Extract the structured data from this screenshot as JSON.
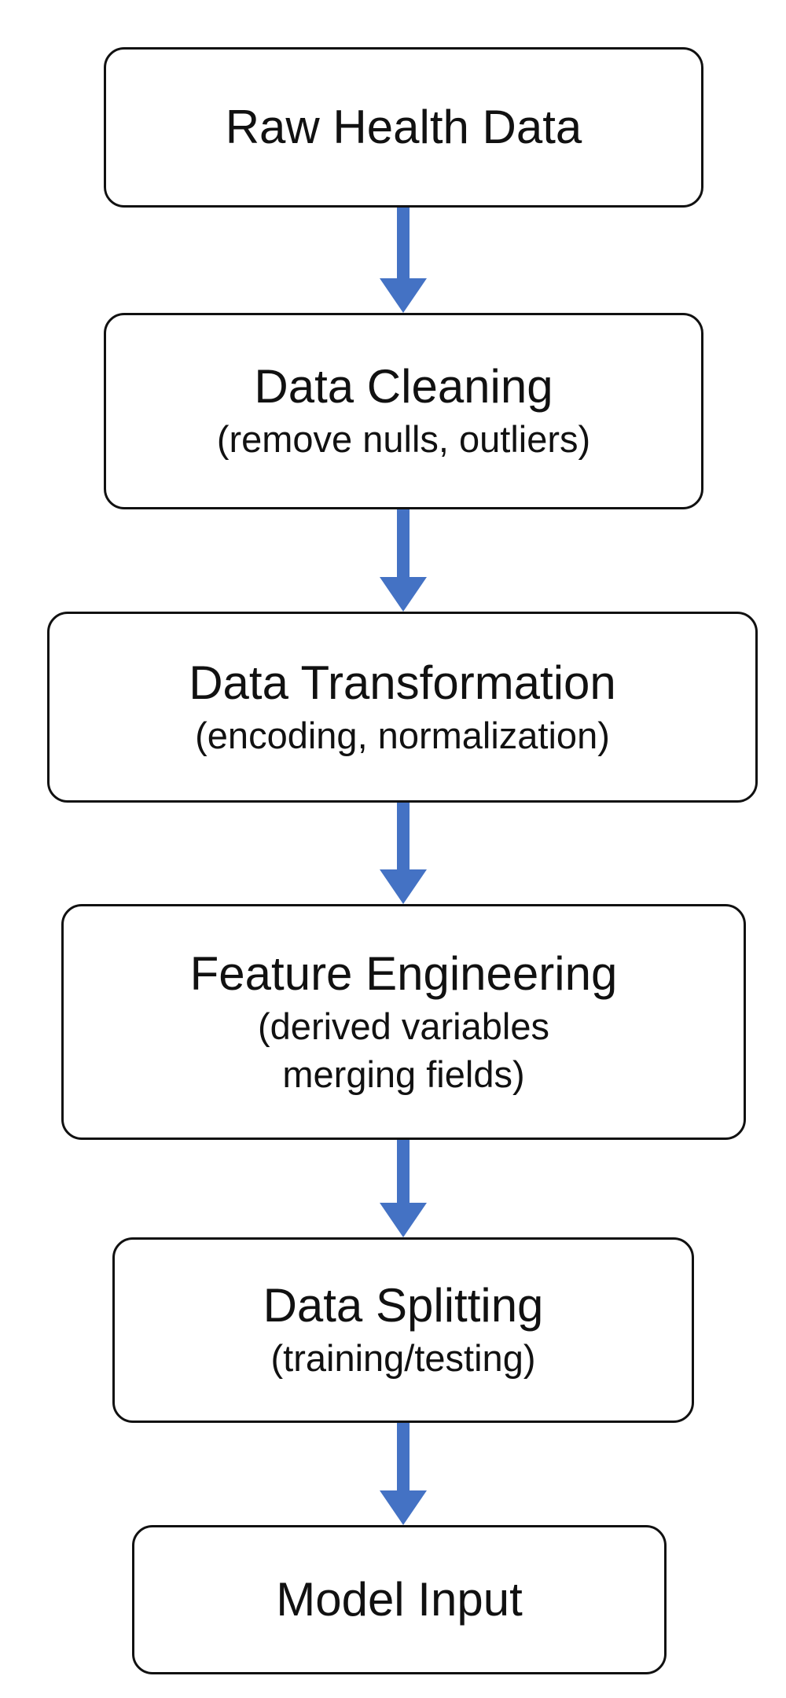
{
  "steps": [
    {
      "title": "Raw Health Data",
      "lines": []
    },
    {
      "title": "Data Cleaning",
      "lines": [
        "(remove nulls, outliers)"
      ]
    },
    {
      "title": "Data Transformation",
      "lines": [
        "(encoding, normalization)"
      ]
    },
    {
      "title": "Feature Engineering",
      "lines": [
        "(derived variables",
        "merging fields)"
      ]
    },
    {
      "title": "Data Splitting",
      "lines": [
        "(training/testing)"
      ]
    },
    {
      "title": "Model Input",
      "lines": []
    }
  ],
  "colors": {
    "arrow": "#4472c4",
    "border": "#111111",
    "text": "#111111"
  }
}
